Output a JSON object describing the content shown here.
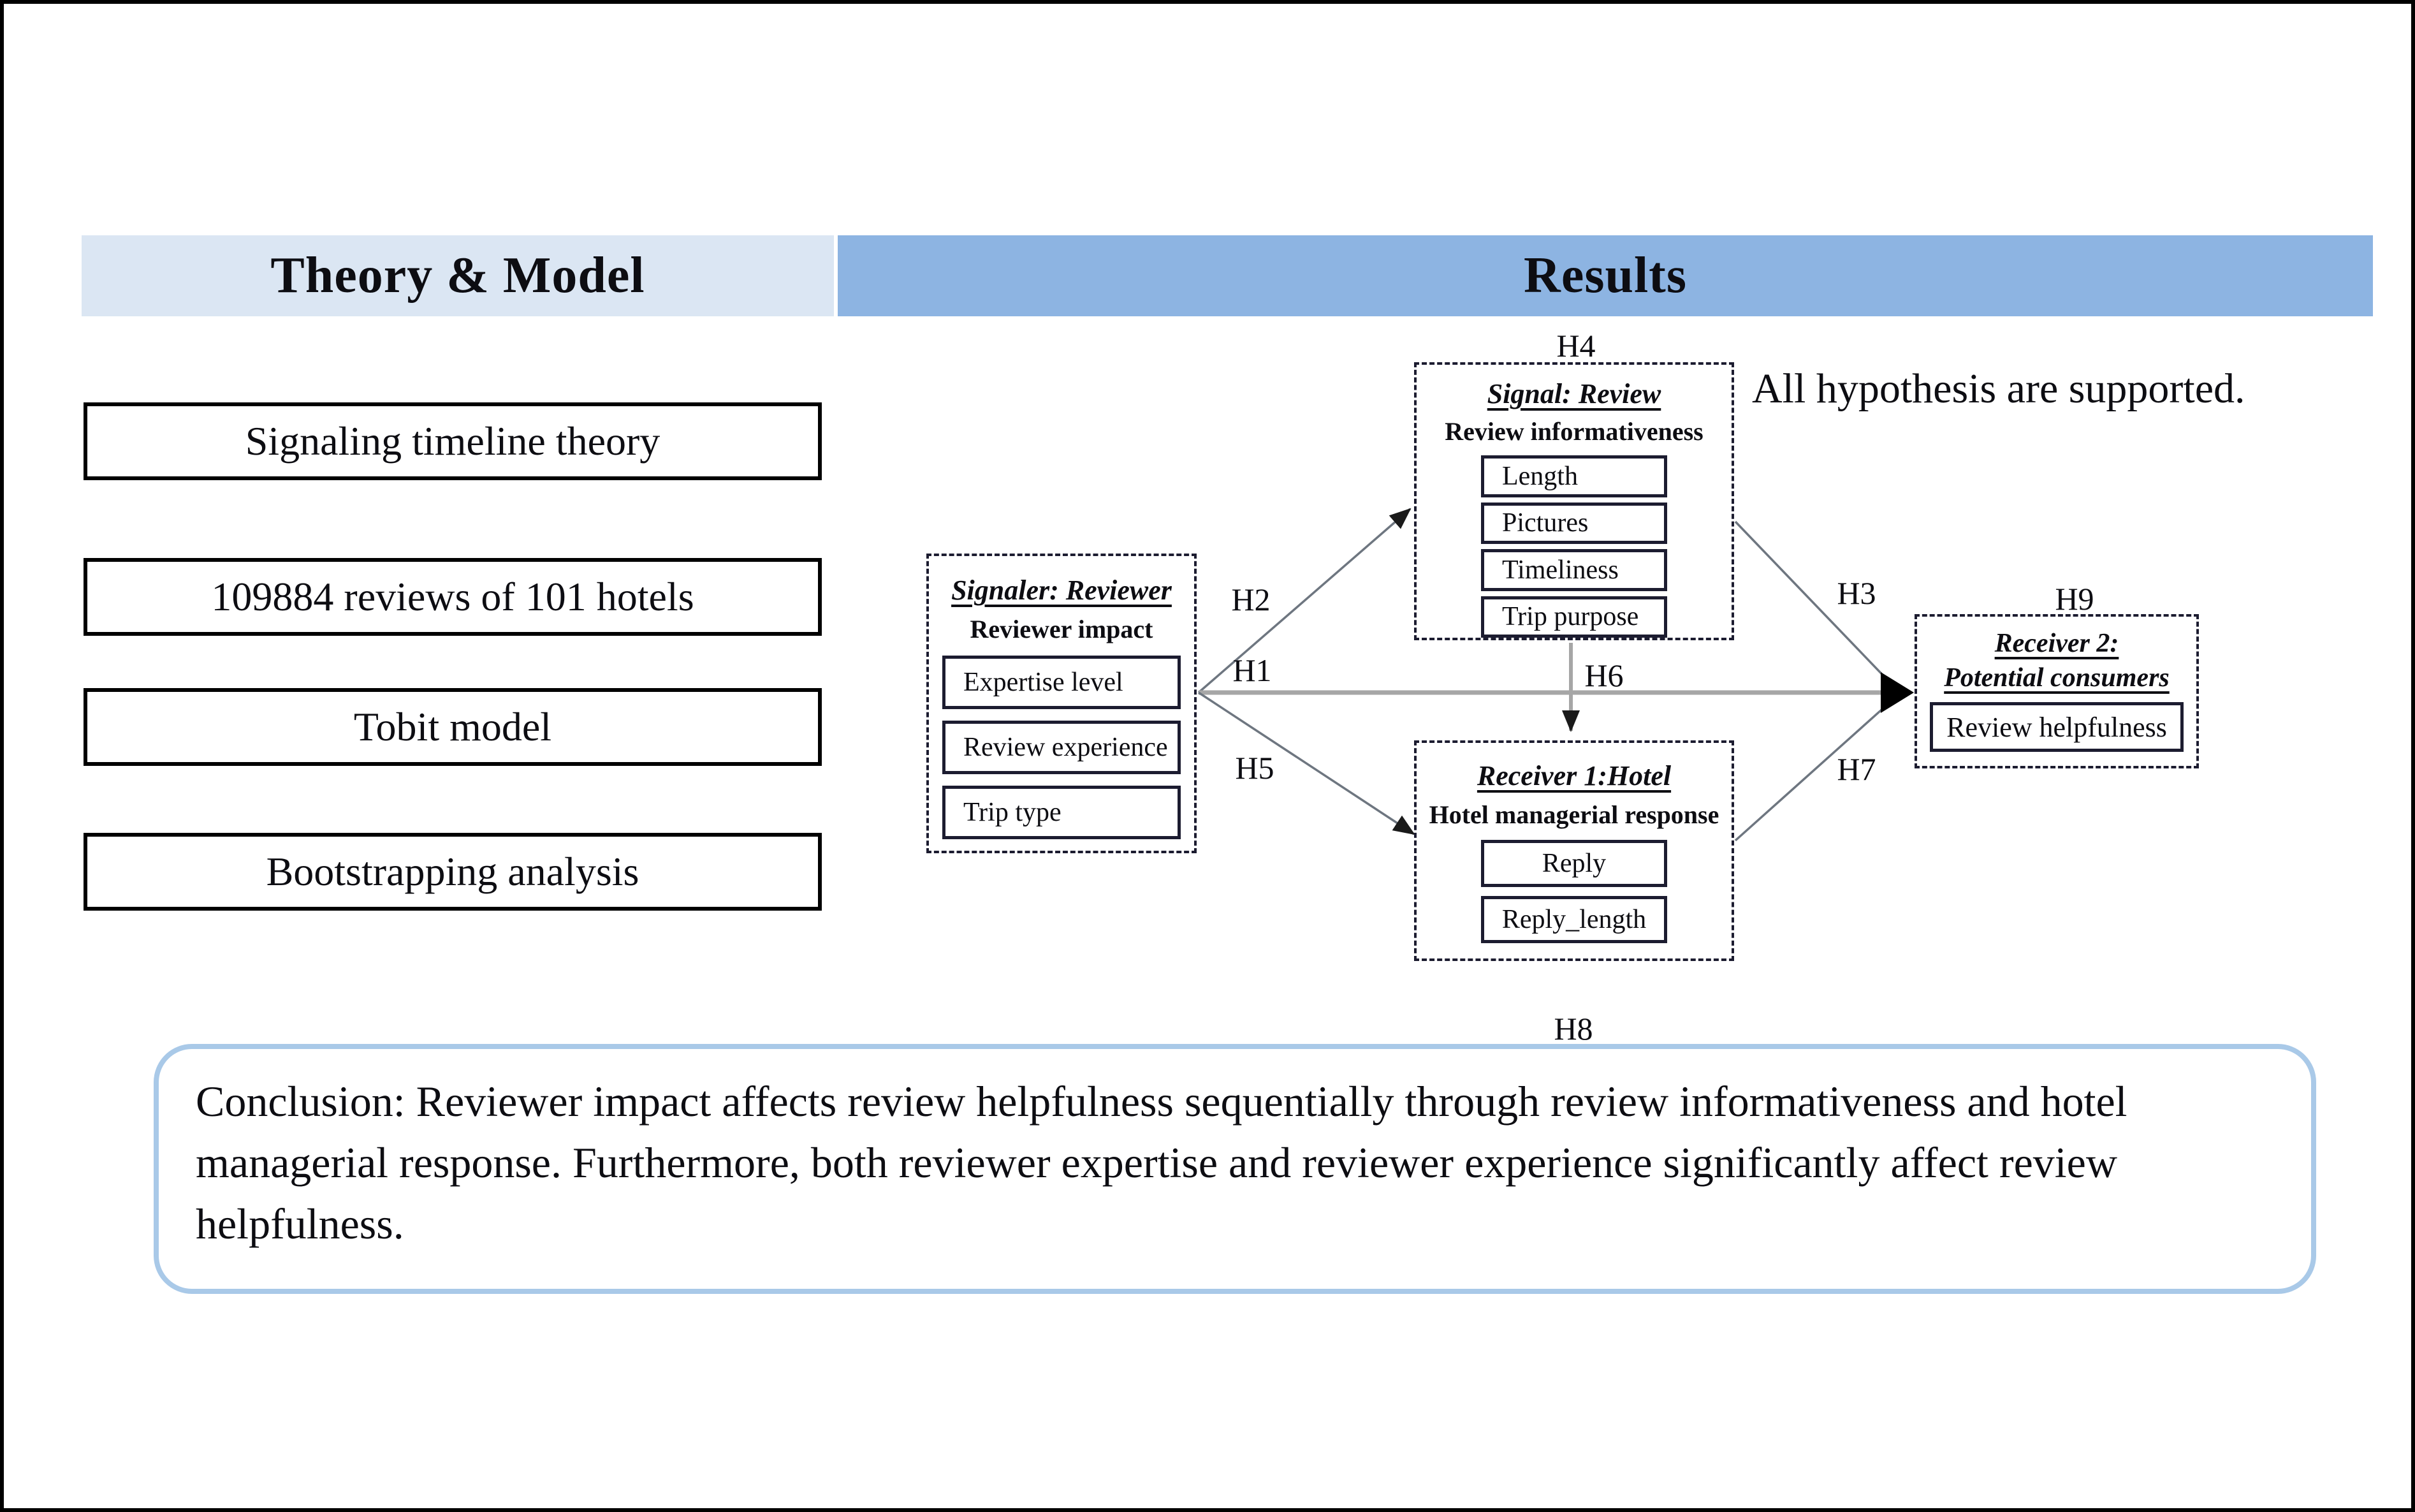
{
  "headers": {
    "theory": "Theory & Model",
    "results": "Results"
  },
  "colors": {
    "theory_header_bg": "#dbe6f3",
    "results_header_bg": "#8db4e2",
    "conclusion_border": "#a9c9e8",
    "thin_line": "#6e7680",
    "thick_line": "#a6a6a6",
    "box_border": "#1c1c30"
  },
  "theory_items": [
    "Signaling timeline theory",
    "109884 reviews of 101 hotels",
    "Tobit model",
    "Bootstrapping analysis"
  ],
  "supported_note": "All hypothesis are supported.",
  "diagram": {
    "signaler": {
      "title": "Signaler: Reviewer",
      "subtitle": "Reviewer impact",
      "items": [
        "Expertise level",
        "Review experience",
        "Trip type"
      ]
    },
    "signal": {
      "title": "Signal: Review",
      "subtitle": "Review informativeness",
      "items": [
        "Length",
        "Pictures",
        "Timeliness",
        "Trip purpose"
      ]
    },
    "receiver1": {
      "title": "Receiver 1:Hotel",
      "subtitle": "Hotel managerial response",
      "items": [
        "Reply",
        "Reply_length"
      ]
    },
    "receiver2": {
      "title_line1": "Receiver 2:",
      "title_line2": "Potential consumers",
      "items": [
        "Review helpfulness"
      ]
    },
    "path_labels": {
      "h1": "H1",
      "h2": "H2",
      "h3": "H3",
      "h4": "H4",
      "h5": "H5",
      "h6": "H6",
      "h7": "H7",
      "h8": "H8",
      "h9": "H9"
    }
  },
  "conclusion": {
    "text": " Conclusion: Reviewer impact affects review helpfulness sequentially through review informativeness and hotel managerial response. Furthermore, both reviewer expertise and reviewer experience significantly affect review helpfulness."
  }
}
